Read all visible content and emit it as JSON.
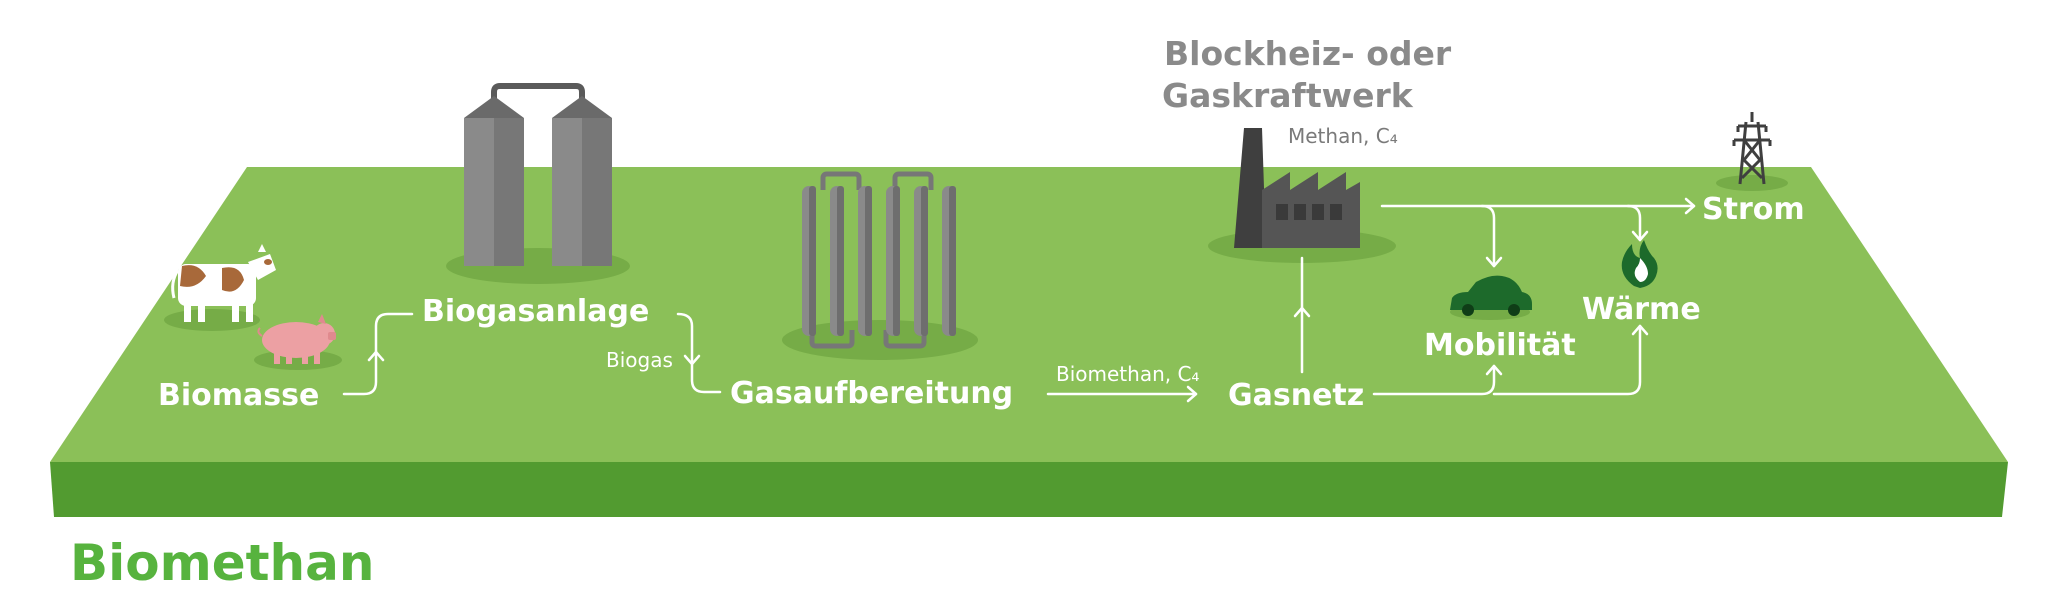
{
  "colors": {
    "platform_top": "#8bc058",
    "platform_front": "#529b30",
    "title": "#57b33e",
    "label_white": "#ffffff",
    "label_grey": "#8a8a8a",
    "structure_grey": "#8a8a8a",
    "factory_dark": "#4a4a4a",
    "car_green": "#1d6a2b"
  },
  "labels": {
    "biomasse": "Biomasse",
    "biogasanlage": "Biogasanlage",
    "biogas": "Biogas",
    "gasaufbereitung": "Gasaufbereitung",
    "biomethan_c4": "Biomethan, C₄",
    "gasnetz": "Gasnetz",
    "plant_title_line1": "Blockheiz- oder",
    "plant_title_line2": "Gaskraftwerk",
    "methan_c4": "Methan, C₄",
    "strom": "Strom",
    "mobilitaet": "Mobilität",
    "waerme": "Wärme"
  },
  "title": "Biomethan",
  "icons": [
    "cow-icon",
    "pig-icon",
    "silo-icon",
    "gas-processing-icon",
    "factory-icon",
    "car-icon",
    "flame-icon",
    "power-pylon-icon"
  ]
}
